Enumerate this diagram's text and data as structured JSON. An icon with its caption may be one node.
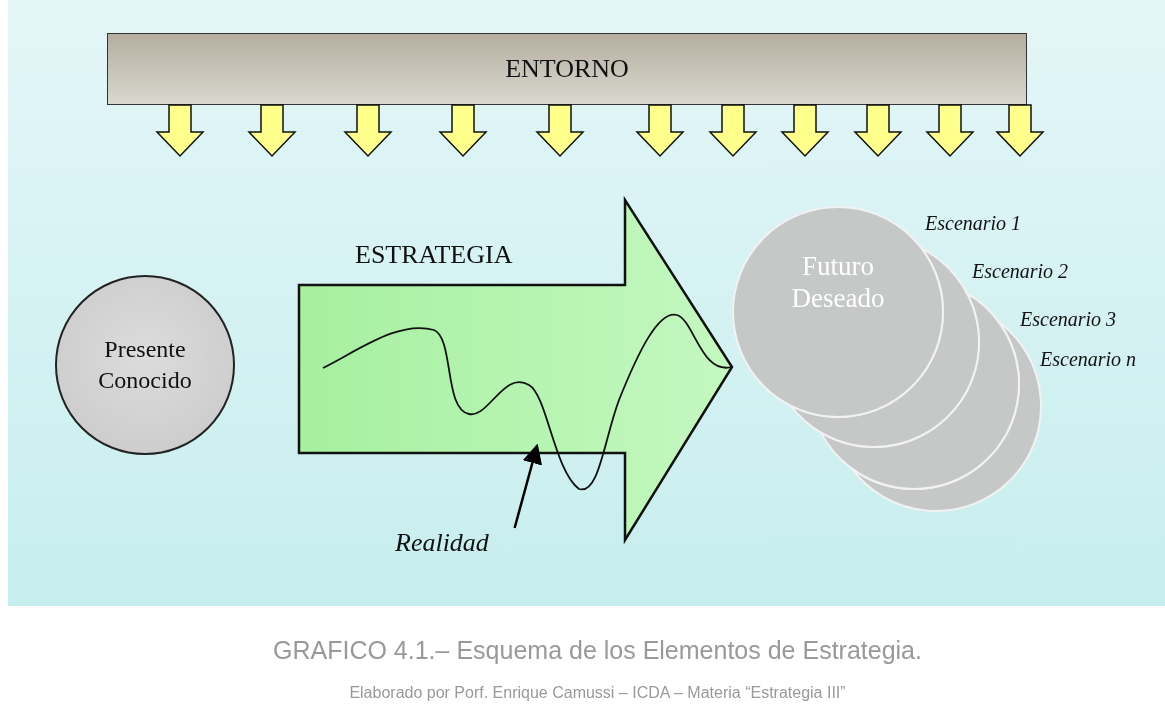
{
  "diagram": {
    "caption": "GRAFICO 4.1.– Esquema de los Elementos de Estrategia.",
    "nodes": [
      {
        "text": [
          "ENTORNO"
        ]
      },
      {
        "text": [
          "Presente Conocido"
        ]
      },
      {
        "text": [
          "ESTRATEGIA"
        ]
      },
      {
        "text": [
          "Futuro Deseado"
        ]
      },
      {
        "text": [],
        "shape": "circle"
      },
      {
        "text": [],
        "shape": "circle"
      },
      {
        "text": [],
        "shape": "circle"
      },
      {
        "text": [
          "Realidad"
        ]
      }
    ],
    "edges": [
      {
        "from": 0,
        "to": null,
        "arrow": "to",
        "style": "thick"
      },
      {
        "from": 0,
        "to": null,
        "arrow": "to",
        "style": "thick"
      },
      {
        "from": 0,
        "to": null,
        "arrow": "to",
        "style": "thick"
      },
      {
        "from": 0,
        "to": null,
        "arrow": "to",
        "style": "thick"
      },
      {
        "from": 0,
        "to": null,
        "arrow": "to",
        "style": "thick"
      },
      {
        "from": 0,
        "to": null,
        "arrow": "to",
        "style": "thick"
      },
      {
        "from": 0,
        "to": null,
        "arrow": "to",
        "style": "thick"
      },
      {
        "from": 0,
        "to": null,
        "arrow": "to",
        "style": "thick"
      },
      {
        "from": 0,
        "to": null,
        "arrow": "to",
        "style": "thick"
      },
      {
        "from": 0,
        "to": null,
        "arrow": "to",
        "style": "thick"
      },
      {
        "from": 0,
        "to": null,
        "arrow": "to",
        "style": "thick"
      },
      {
        "from": 7,
        "to": 2,
        "arrow": "to",
        "color": "#000000"
      }
    ],
    "labels": [
      "Escenario 1",
      "Escenario 2",
      "Escenario 3",
      "Escenario n",
      "Elaborado por Porf. Enrique Camussi – ICDA – Materia “Estrategia III”"
    ]
  }
}
